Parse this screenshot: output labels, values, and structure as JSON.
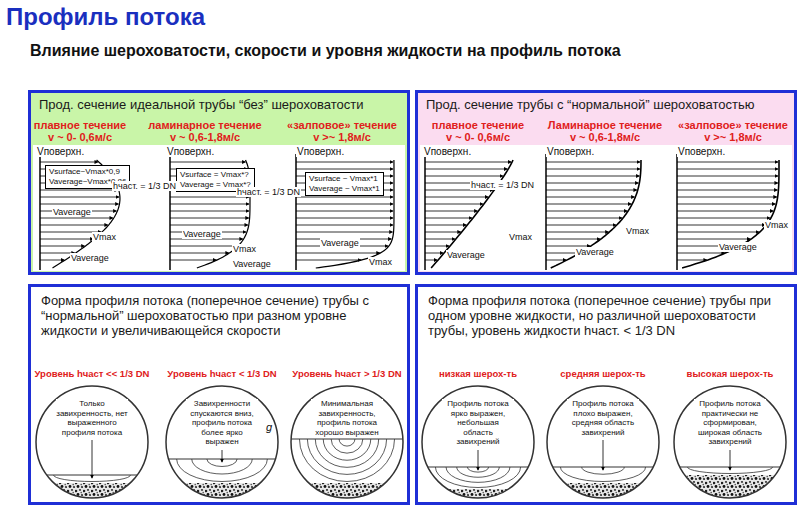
{
  "diagram": {
    "title": "Профиль потока",
    "nodes": [
      {
        "text": [
          "Прод. сечение идеальной трубы “без” шероховатости"
        ]
      },
      {
        "text": [
          "Vsurface~Vmax*0,9",
          "Vaverage~Vmax*0,86"
        ],
        "in": 0
      },
      {
        "text": [
          "Vsurface = Vmax*?",
          "Vaverage = Vmax*?"
        ],
        "in": 0
      },
      {
        "text": [
          "Vsurface ~ Vmax*1",
          "Vaverage ~ Vmax*1"
        ],
        "in": 0
      },
      {
        "text": [
          "Прод. сечение трубы с “нормальной” шероховатостью"
        ]
      },
      {
        "text": [
          "Форма профиля потока (поперечное сечение) трубы с “нормальной” шероховатостью при разном уровне жидкости и увеличивающейся скорости"
        ]
      },
      {
        "text": [
          "Уровень hчаст << 1/3 DN",
          "Только завихренность, нет выраженного профиля потока"
        ],
        "in": 5
      },
      {
        "text": [
          "Уровень hчаст < 1/3 DN",
          "Завихренности спускаются вниз, профиль потока более ярко выражен"
        ],
        "in": 5
      },
      {
        "text": [
          "Уровень hчаст > 1/3 DN",
          "Минимальная завихренность, профиль потока хорошо выражен"
        ],
        "in": 5
      },
      {
        "text": [
          "Форма профиля потока (поперечное сечение) трубы при одном уровне жидкости, но различной шероховатости трубы, уровень жидкости hчаст. < 1/3 DN"
        ]
      },
      {
        "text": [
          "низкая шерох-ть",
          "Профиль потока ярко выражен, небольшая область завихрений"
        ],
        "in": 9
      },
      {
        "text": [
          "средняя шерох-ть",
          "Профиль потока плохо выражен, средняя область завихрений"
        ],
        "in": 9
      },
      {
        "text": [
          "высокая шерох-ть",
          "Профиль потока практически не сформирован, широкая область завихрений"
        ],
        "in": 9
      }
    ],
    "labels": [
      "Влияние шероховатости, скорости и уровня жидкости на профиль потока",
      "плавное течение",
      "v ~ 0- 0,6м/с",
      "ламинарное течение",
      "v ~ 0,6-1,8м/с",
      "«залповое» течение",
      "v >~ 1,8м/с",
      "Vповерхн.",
      "Vaverage",
      "Vmax",
      "Vaverage",
      "Vповерхн.",
      "hчаст. = 1/3 DN",
      "Vaverage",
      "Vmax",
      "Vaverage",
      "Vповерхн.",
      "hчаст. = 1/3 DN",
      "Vaverage",
      "Vmax",
      "плавное течение",
      "v ~ 0- 0,6м/с",
      "Ламинарное течение",
      "v ~ 0,6-1,8м/с",
      "«залповое» течение",
      "v >~ 1,8м/с",
      "Vповерхн.",
      "hчаст. = 1/3 DN",
      "Vmax",
      "Vaverage",
      "Vповерхн.",
      "Vaverage",
      "Vmax",
      "Vповерхн.",
      "Vaverage",
      "Vmax",
      "g"
    ]
  }
}
